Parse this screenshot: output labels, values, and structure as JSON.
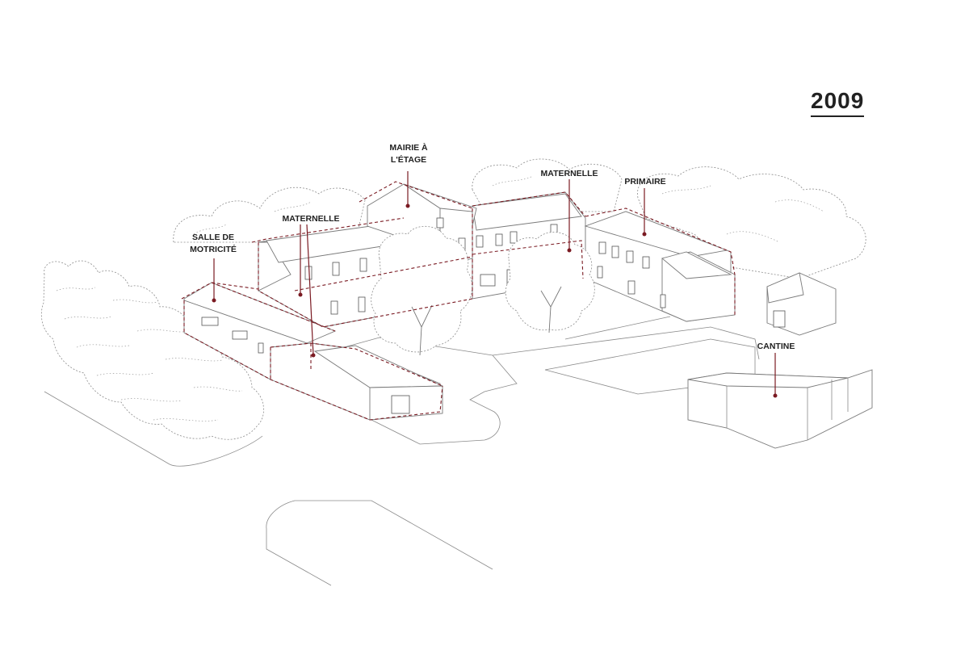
{
  "year": "2009",
  "colors": {
    "accent": "#7a1a22",
    "line": "#7a7a7a"
  },
  "labels": {
    "mairie": "MAIRIE À\nL'ÉTAGE",
    "maternelle_right": "MATERNELLE",
    "primaire": "PRIMAIRE",
    "maternelle_left": "MATERNELLE",
    "salle": "SALLE DE\nMOTRICITÉ",
    "cantine": "CANTINE"
  }
}
